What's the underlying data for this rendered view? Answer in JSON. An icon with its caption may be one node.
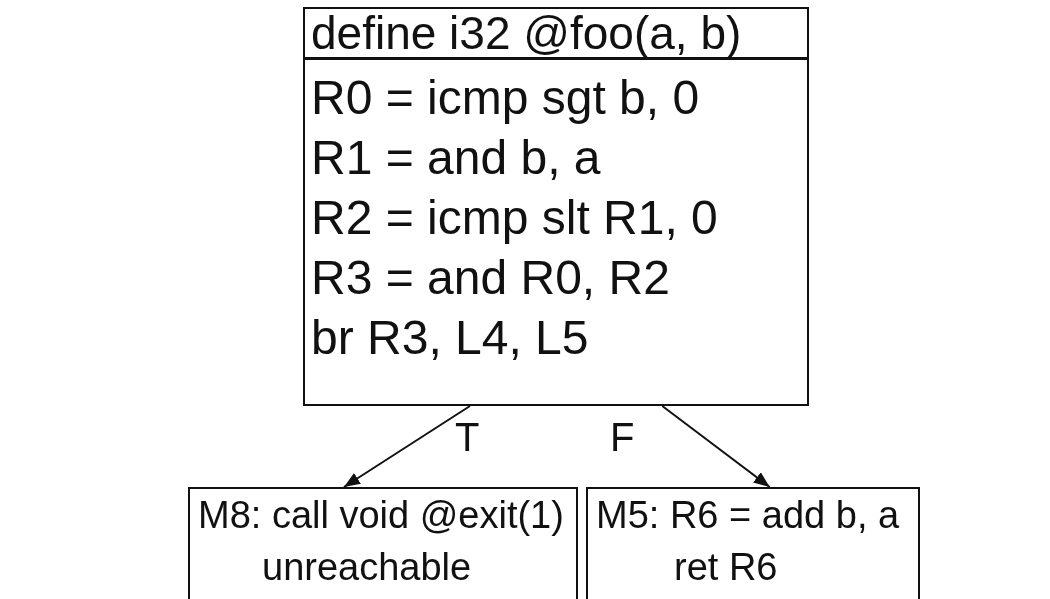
{
  "diagram": {
    "nodes": [
      {
        "text": [
          "define i32 @foo(a, b)",
          "R0 = icmp sgt b, 0",
          "R1 = and b, a",
          "R2 = icmp slt R1, 0",
          "R3 = and R0, R2",
          "br R3, L4, L5"
        ]
      },
      {
        "text": [
          "M8: call void @exit(1)",
          "unreachable"
        ]
      },
      {
        "text": [
          "M5: R6 = add b, a",
          "ret R6"
        ]
      }
    ],
    "edges": [
      {
        "from": 0,
        "to": 1,
        "arrow": "to",
        "label": "T"
      },
      {
        "from": 0,
        "to": 2,
        "arrow": "to",
        "label": "F"
      }
    ]
  }
}
